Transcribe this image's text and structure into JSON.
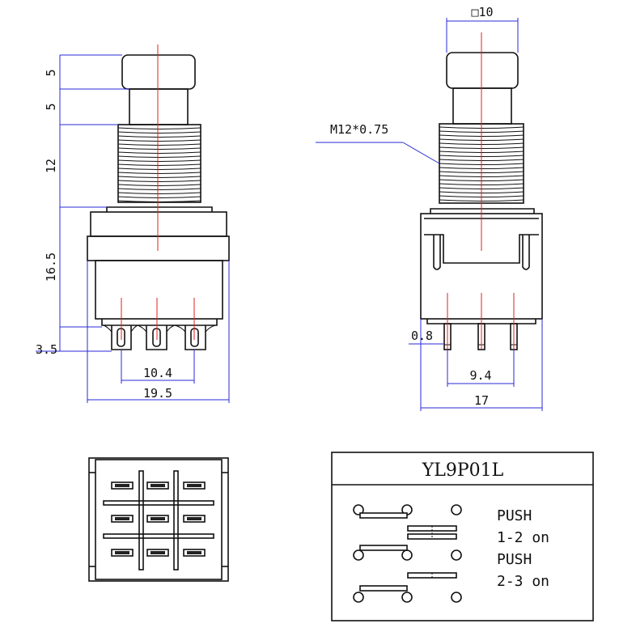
{
  "front_view": {
    "dims": {
      "cap_height": "5",
      "neck_height": "5",
      "thread_length": "12",
      "body_height": "16.5",
      "pin_length": "3.5",
      "pin_pitch_span": "10.4",
      "body_width": "19.5"
    }
  },
  "side_view": {
    "dims": {
      "cap_square": "□10",
      "thread_spec": "M12*0.75",
      "pin_diameter": "0.8",
      "pin_pitch_span": "9.4",
      "body_width": "17"
    }
  },
  "schematic": {
    "model": "YL9P01L",
    "legend_line_1": "PUSH",
    "legend_line_2": "1-2 on",
    "legend_line_3": "PUSH",
    "legend_line_4": "2-3 on",
    "colors": {
      "active_contact": "#22dd22",
      "open_contact": "#ffffff"
    }
  }
}
